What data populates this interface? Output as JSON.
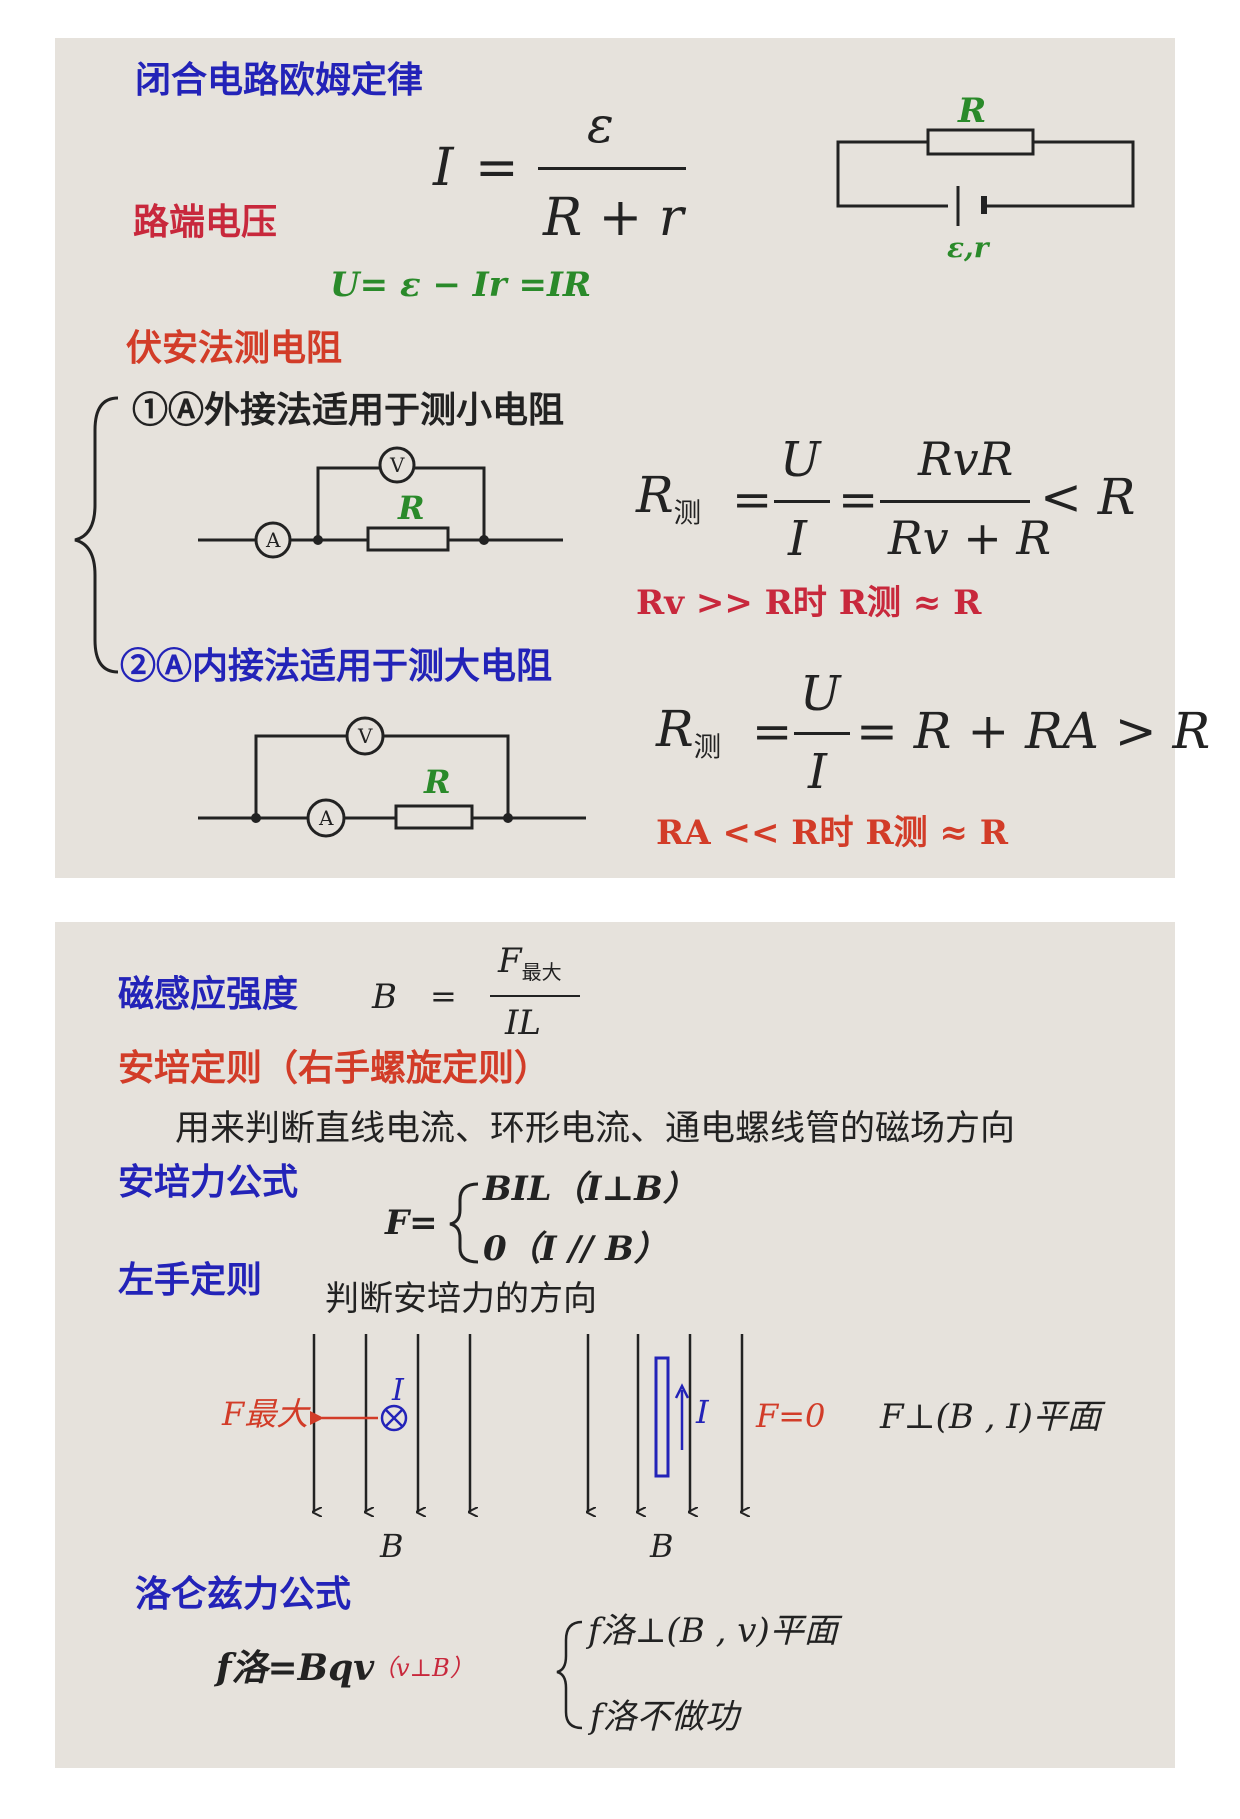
{
  "colors": {
    "panel_bg": "#e6e2dc",
    "blue_heading": "#2323b8",
    "red_heading": "#d23c28",
    "green_formula": "#2a8a2a",
    "wire": "#222222",
    "red_arrow": "#d23c28"
  },
  "panel1": {
    "title_ohm": "闭合电路欧姆定律",
    "ohm": {
      "lhs": "I",
      "eq": "=",
      "num": "ε",
      "den": "R + r"
    },
    "circuit": {
      "resistor": "R",
      "emf": "ε,r"
    },
    "terminal_voltage_label": "路端电压",
    "terminal_voltage_formula": "U= ε − Ir =IR",
    "voltammetry_title": "伏安法测电阻",
    "external": {
      "label": "①Ⓐ外接法适用于测小电阻",
      "meter_v": "V",
      "meter_a": "A",
      "resistor": "R",
      "formula_lhs": "R",
      "formula_lhs_sub": "测",
      "eq1": "=",
      "frac1_num": "U",
      "frac1_den": "I",
      "eq2": "=",
      "frac2_num": "RvR",
      "frac2_den": "Rv + R",
      "tail": "< R",
      "condition": "Rv >> R时  R测 ≈ R"
    },
    "internal": {
      "label": "②Ⓐ内接法适用于测大电阻",
      "meter_v": "V",
      "meter_a": "A",
      "resistor": "R",
      "formula_lhs": "R",
      "formula_lhs_sub": "测",
      "eq1": "=",
      "frac_num": "U",
      "frac_den": "I",
      "tail": "= R + RA > R",
      "condition": "RA << R时  R测 ≈ R"
    }
  },
  "panel2": {
    "b_title": "磁感应强度",
    "b_lhs": "B",
    "b_eq": "=",
    "b_num": "F",
    "b_num_sub": "最大",
    "b_den": "IL",
    "ampere_rule_title": "安培定则（右手螺旋定则）",
    "ampere_rule_desc": "用来判断直线电流、环形电流、通电螺线管的磁场方向",
    "ampere_force_title": "安培力公式",
    "ampere_force": {
      "lhs": "F=",
      "case1": "BIL（I⊥B）",
      "case2": "0（I // B）"
    },
    "left_hand_title": "左手定则",
    "left_hand_desc": "判断安培力的方向",
    "diagram1": {
      "force_label": "F最大",
      "current_label": "I",
      "field_label": "B"
    },
    "diagram2": {
      "current_label": "I",
      "force_label": "F=0",
      "field_label": "B"
    },
    "perp_note": "F⊥(B , I)平面",
    "lorentz_title": "洛仑兹力公式",
    "lorentz": {
      "lhs": "f洛=Bqv",
      "cond": "（v⊥B）",
      "prop1": "f洛⊥(B , v)平面",
      "prop2": "f洛不做功"
    }
  }
}
